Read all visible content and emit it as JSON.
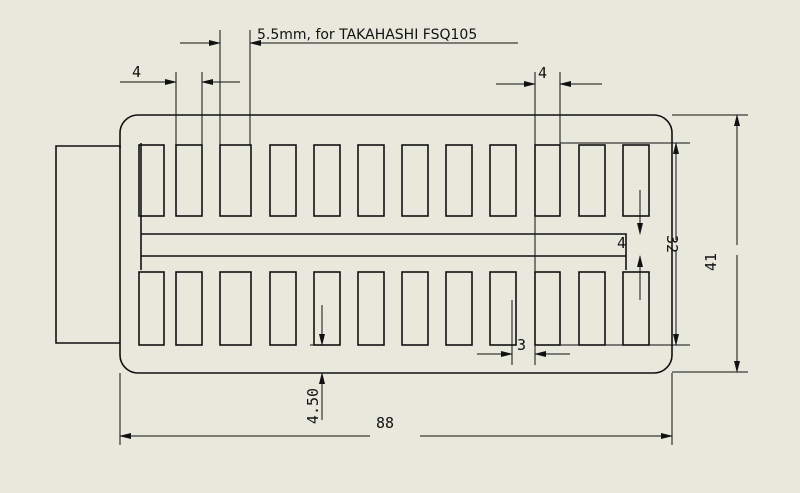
{
  "note": {
    "text": "5.5mm, for TAKAHASHI FSQ105"
  },
  "dimensions": {
    "slot_width_left": "4",
    "slot_width_right": "4",
    "slot_gap": "3",
    "center_bar": "4",
    "slot_span": "32",
    "height": "41",
    "margin": "4.50",
    "length": "88"
  },
  "colors": {
    "background": "#e8e8dd",
    "line": "#111111"
  }
}
